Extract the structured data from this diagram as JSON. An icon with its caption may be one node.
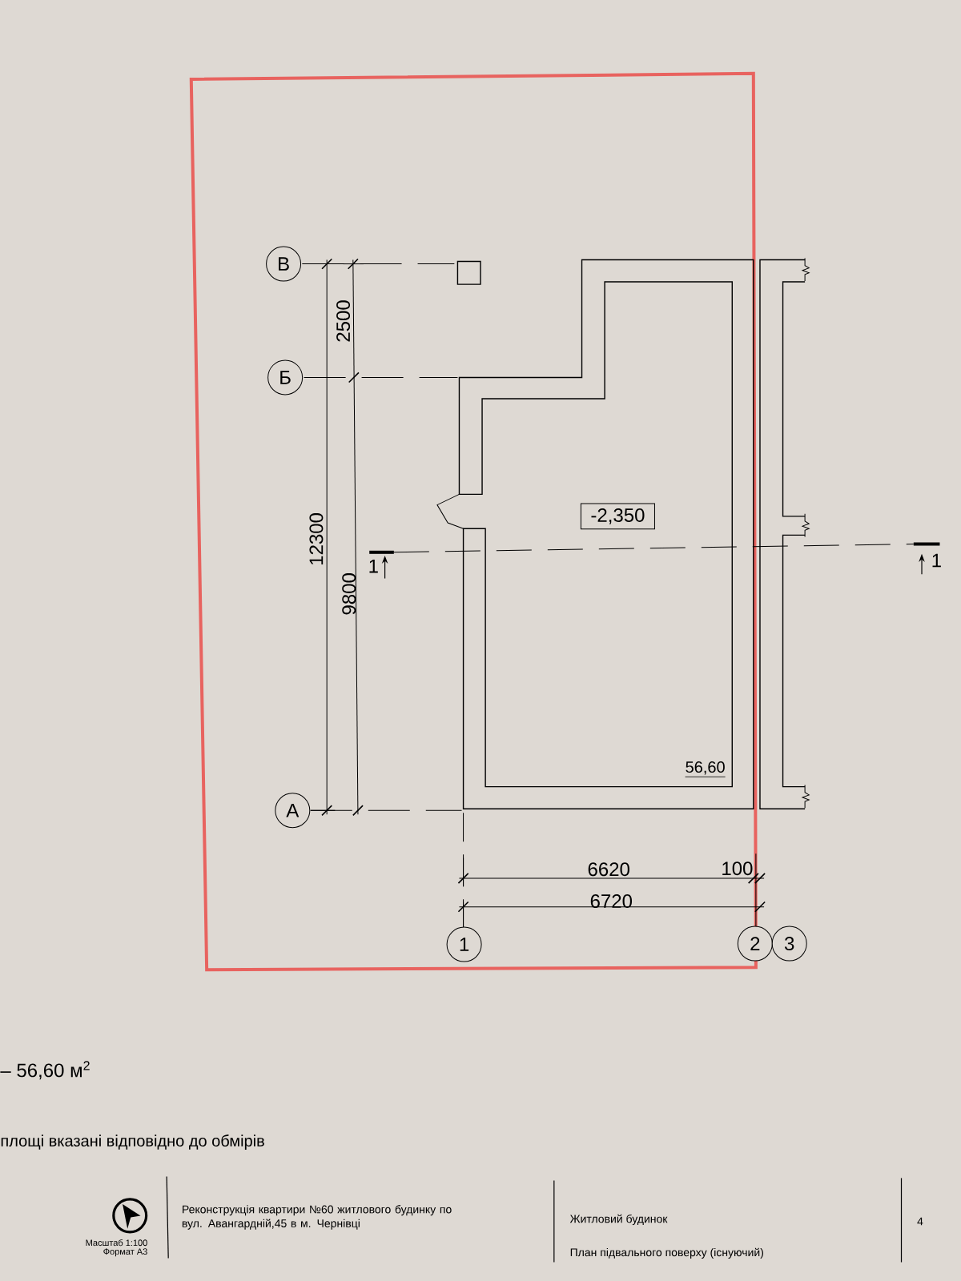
{
  "diagram": {
    "nodes": [
      {
        "text": [
          "В"
        ]
      },
      {
        "text": [
          "Б"
        ]
      },
      {
        "text": [
          "-2,350"
        ]
      },
      {
        "text": [
          "А"
        ]
      },
      {
        "text": [
          "1"
        ]
      },
      {
        "text": [
          "2"
        ]
      },
      {
        "text": [
          "3"
        ]
      }
    ],
    "labels": [
      "2500",
      "12300",
      "1",
      "1",
      "9800",
      "56,60",
      "6620",
      "100",
      "6720",
      "– 56,60 м$^{2}$",
      "площі вказані відповідно до обмірів",
      "Реконструкція квартири №60 житлового будинку по вул. Авангардній,45 в м. Чернівці",
      "Масштаб 1:100",
      "Формат А3",
      "Житловий будинок",
      "4",
      "План підвального поверху (існуючий)"
    ]
  }
}
